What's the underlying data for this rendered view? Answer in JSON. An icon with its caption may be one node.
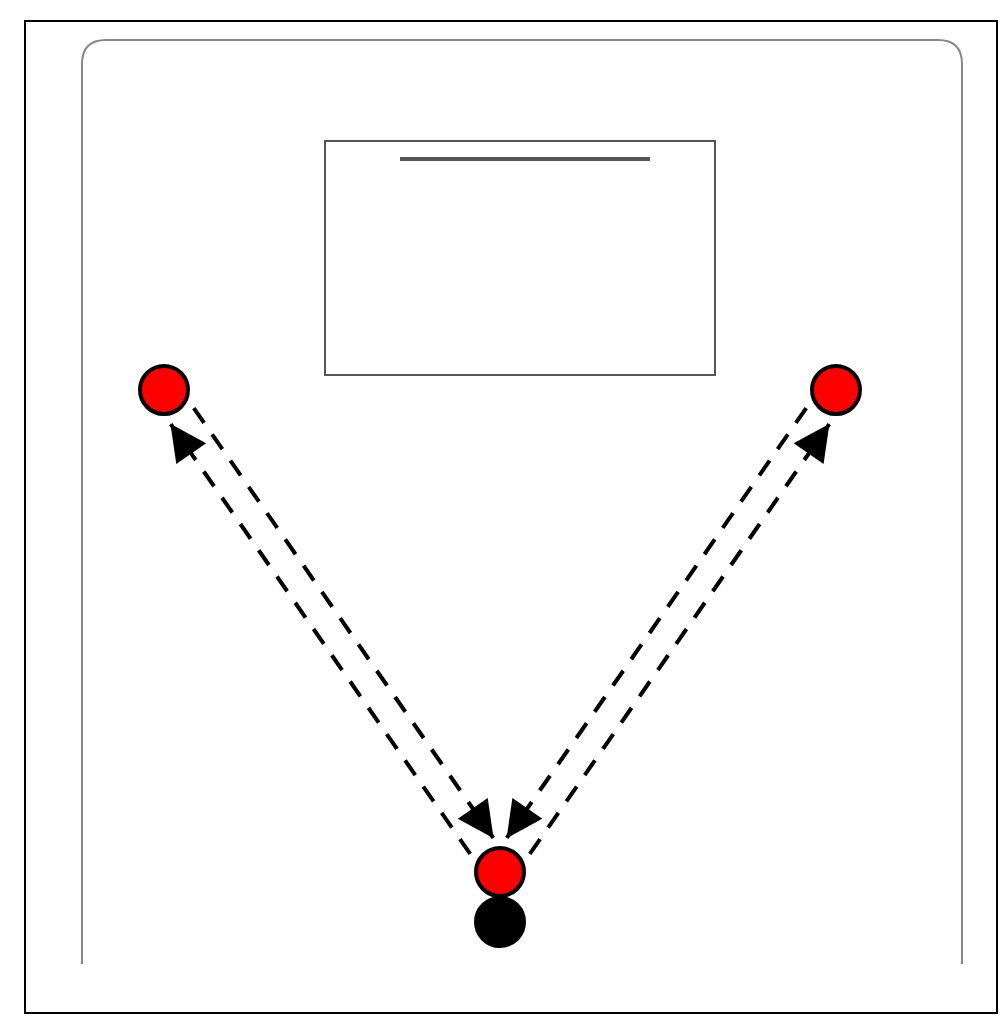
{
  "diagram": {
    "nodes": [
      {
        "text": [],
        "shape": "box"
      },
      {
        "text": [],
        "shape": "circle"
      },
      {
        "text": [],
        "shape": "circle"
      },
      {
        "text": [],
        "shape": "circle"
      },
      {
        "text": [],
        "shape": "circle"
      }
    ],
    "edges": [
      {
        "from": 3,
        "to": 1,
        "arrow": "to",
        "style": "dashed"
      },
      {
        "from": 1,
        "to": 3,
        "arrow": "to",
        "style": "dashed"
      },
      {
        "from": 3,
        "to": 2,
        "arrow": "to",
        "style": "dashed"
      },
      {
        "from": 2,
        "to": 3,
        "arrow": "to",
        "style": "dashed"
      }
    ]
  }
}
